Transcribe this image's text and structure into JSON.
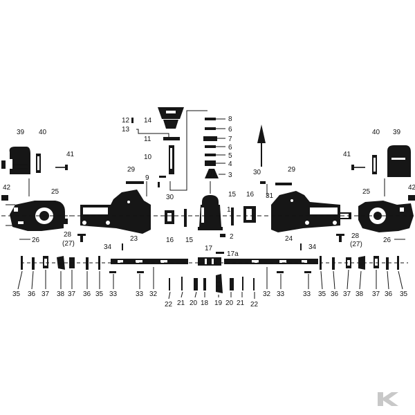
{
  "diagram": {
    "labels": {
      "l1": "1",
      "l2": "2",
      "l3": "3",
      "l4": "4",
      "l5": "5",
      "l6a": "6",
      "l6b": "6",
      "l7": "7",
      "l8": "8",
      "l9": "9",
      "l10": "10",
      "l11": "11",
      "l12": "12",
      "l13": "13",
      "l14": "14",
      "l15a": "15",
      "l15b": "15",
      "l16a": "16",
      "l16b": "16",
      "l17": "17",
      "l17a": "17a",
      "l18": "18",
      "l19": "19",
      "l20a": "20",
      "l20b": "20",
      "l21a": "21",
      "l21b": "21",
      "l22a": "22",
      "l22b": "22",
      "l23": "23",
      "l24": "24",
      "l25a": "25",
      "l25b": "25",
      "l26a": "26",
      "l26b": "26",
      "l27a": "(27)",
      "l27b": "(27)",
      "l28a": "28",
      "l28b": "28",
      "l29a": "29",
      "l29b": "29",
      "l30a": "30",
      "l30b": "30",
      "l31": "31",
      "l32a": "32",
      "l32b": "32",
      "l33a": "33",
      "l33b": "33",
      "l33c": "33",
      "l33d": "33",
      "l34a": "34",
      "l34b": "34",
      "l35a": "35",
      "l35b": "35",
      "l35c": "35",
      "l35d": "35",
      "l36a": "36",
      "l36b": "36",
      "l36c": "36",
      "l36d": "36",
      "l37a": "37",
      "l37b": "37",
      "l37c": "37",
      "l37d": "37",
      "l38a": "38",
      "l38b": "38",
      "l39a": "39",
      "l39b": "39",
      "l40a": "40",
      "l40b": "40",
      "l41a": "41",
      "l41b": "41",
      "l42a": "42",
      "l42b": "42"
    }
  },
  "branding": {
    "logo_letter": "K",
    "logo_color": "#c8c8c8"
  }
}
